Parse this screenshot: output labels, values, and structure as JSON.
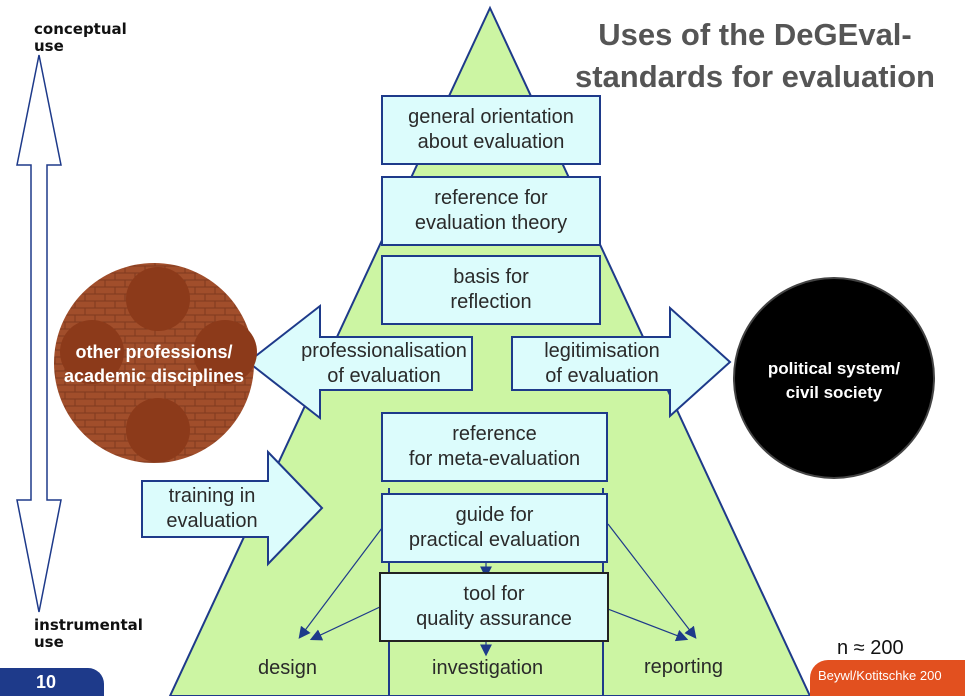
{
  "title": {
    "line1": "Uses of the DeGEval-",
    "line2": "standards for evaluation"
  },
  "axis": {
    "top_line1": "conceptual",
    "top_line2": "use",
    "bottom_line1": "instrumental",
    "bottom_line2": "use"
  },
  "boxes": {
    "general": {
      "line1": "general orientation",
      "line2": "about evaluation"
    },
    "theory": {
      "line1": "reference for",
      "line2": "evaluation theory"
    },
    "reflection": {
      "line1": "basis for",
      "line2": "reflection"
    },
    "meta": {
      "line1": "reference",
      "line2": "for meta-evaluation"
    },
    "guide": {
      "line1": "guide for",
      "line2": "practical evaluation"
    },
    "tool": {
      "line1": "tool for",
      "line2": "quality assurance"
    }
  },
  "arrows": {
    "professionalisation": {
      "line1": "professionalisation",
      "line2": "of evaluation"
    },
    "legitimisation": {
      "line1": "legitimisation",
      "line2": "of evaluation"
    },
    "training": {
      "line1": "training in",
      "line2": "evaluation"
    }
  },
  "circles": {
    "left": {
      "line1": "other professions/",
      "line2": "academic disciplines"
    },
    "right": {
      "line1": "political system/",
      "line2": "civil society"
    }
  },
  "outputs": {
    "design": "design",
    "investigation": "investigation",
    "reporting": "reporting"
  },
  "sample": "n ≈ 200",
  "page_number": "10",
  "credit": "Beywl/Kotitschke 200",
  "colors": {
    "pyramid": "#ccf5a3",
    "box_fill": "#dcfcfc",
    "box_border": "#1e3a8a",
    "left_circle": "#9b4a2b",
    "right_circle": "#000000",
    "page_badge": "#1e3a8a",
    "credit_badge": "#e2501f"
  }
}
